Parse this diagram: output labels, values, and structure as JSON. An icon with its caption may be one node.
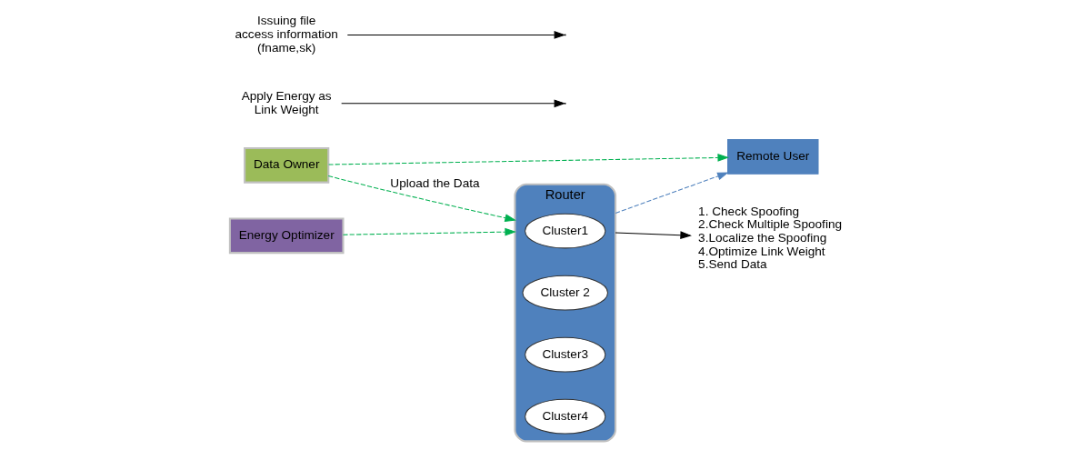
{
  "diagram": {
    "nodes": [
      {
        "text": [
          "Router"
        ]
      },
      {
        "text": [
          "Cluster1"
        ],
        "in": 0
      },
      {
        "text": [
          "Cluster 2"
        ],
        "in": 0
      },
      {
        "text": [
          "Cluster3"
        ],
        "in": 0
      },
      {
        "text": [
          "Cluster4"
        ],
        "in": 0
      },
      {
        "text": [
          "Data Owner"
        ]
      },
      {
        "text": [
          "Energy Optimizer"
        ]
      },
      {
        "text": [
          "Remote User"
        ]
      },
      {
        "text": [
          "Apply Energy as Link Weight"
        ]
      },
      {
        "text": [
          "Issuing file access information (fname,sk)"
        ]
      },
      {
        "text": [
          "1. Check Spoofing",
          "2.Check Multiple Spoofing",
          "3.Localize the Spoofing",
          "4.Optimize Link Weight",
          "5.Send Data"
        ]
      }
    ],
    "edges": [
      {
        "from": 5,
        "to": 0,
        "arrow": "to",
        "label": "Upload the Data",
        "style": "dashed",
        "color": "#00b050"
      },
      {
        "from": 6,
        "to": 0,
        "arrow": "to",
        "style": "dashed",
        "color": "#00b050"
      },
      {
        "from": 5,
        "to": 7,
        "arrow": "to",
        "style": "dashed",
        "color": "#00b050"
      },
      {
        "from": 0,
        "to": 7,
        "arrow": "to",
        "style": "dashed",
        "color": "#4f81bd"
      },
      {
        "from": 0,
        "to": 10,
        "arrow": "to",
        "color": "#000000"
      },
      {
        "from": 8,
        "to": null,
        "arrow": "to",
        "color": "#000000"
      },
      {
        "from": 9,
        "to": null,
        "arrow": "to",
        "color": "#000000"
      }
    ]
  }
}
